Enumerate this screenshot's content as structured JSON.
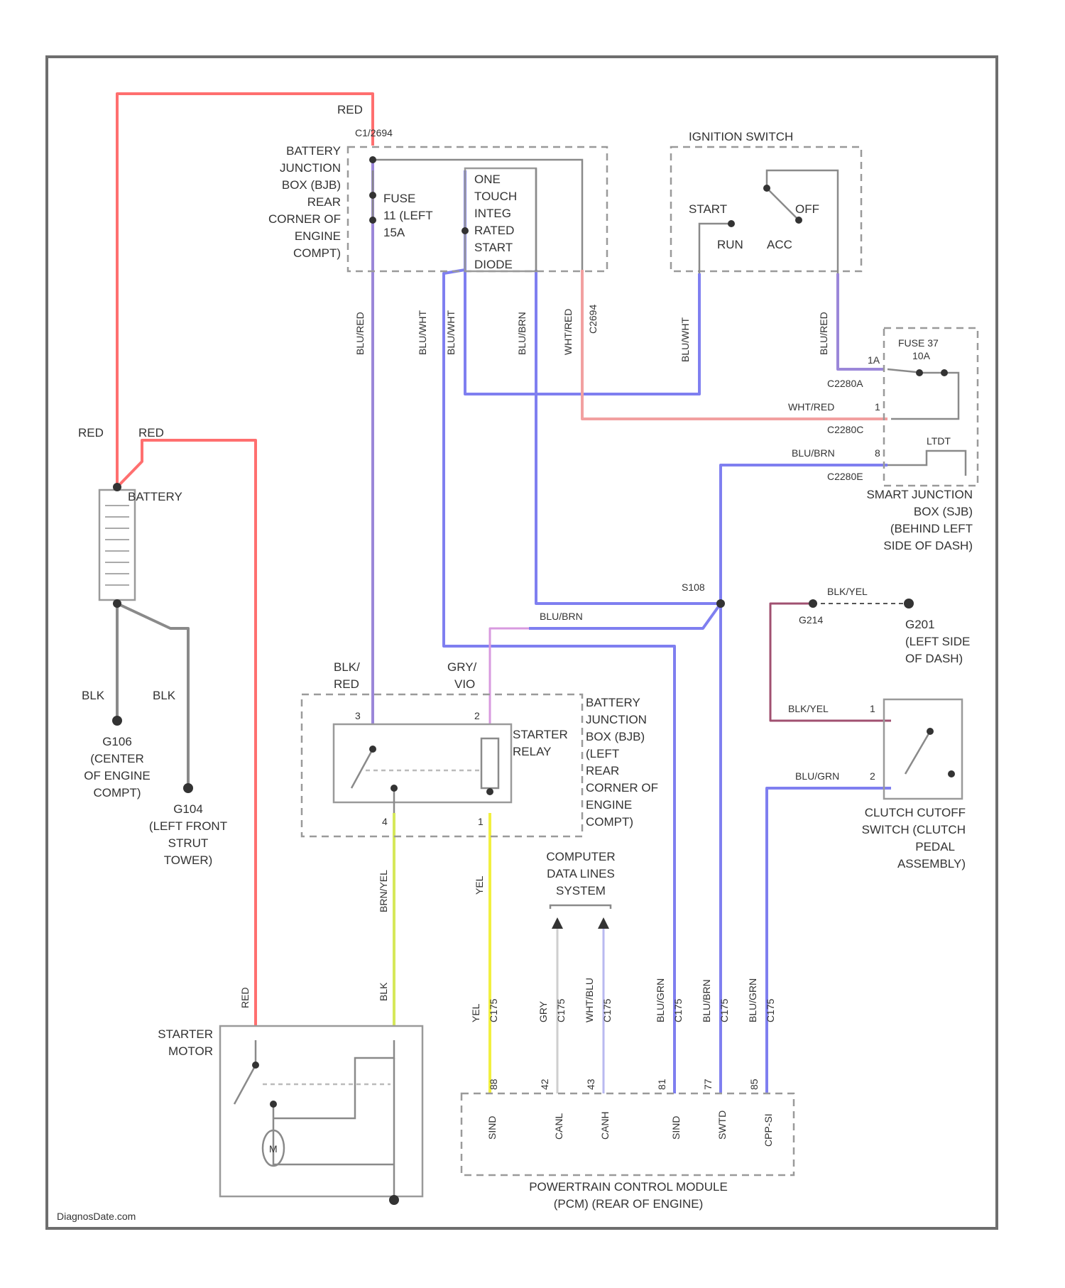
{
  "colors": {
    "red": "#ff6f6f",
    "purple": "#9b87d9",
    "blue": "#7f7ff0",
    "pink": "#f2a0a0",
    "yellow": "#f2f040",
    "yellowgreen": "#d6e85a",
    "gray": "#8a8a8a",
    "dark": "#555555",
    "pinkviolet": "#d89adf",
    "maroon": "#a05070"
  },
  "labels": {
    "red_top": "RED",
    "red_left1": "RED",
    "red_left2": "RED",
    "red_starter": "RED",
    "c1_top": "C1/2694",
    "bjb_top_l1": "BATTERY",
    "bjb_top_l2": "JUNCTION",
    "bjb_top_l3": "BOX (BJB)",
    "bjb_top_l4": "REAR",
    "bjb_top_l5": "CORNER OF",
    "bjb_top_l6": "ENGINE",
    "bjb_top_l7": "COMPT)",
    "fuse11_l1": "FUSE",
    "fuse11_l2": "11 (LEFT",
    "fuse11_l3": "15A",
    "otr_l1": "ONE",
    "otr_l2": "TOUCH",
    "otr_l3": "INTEG",
    "otr_l4": "RATED",
    "otr_l5": "START",
    "otr_l6": "DIODE",
    "ign_title": "IGNITION SWITCH",
    "ign_start": "START",
    "ign_off": "OFF",
    "ign_run": "RUN",
    "ign_acc": "ACC",
    "w_blured": "BLU/RED",
    "w_bluwht": "BLU/WHT",
    "w_blubrn": "BLU/BRN",
    "w_whtred": "WHT/RED",
    "w_c2694": "C2694",
    "w_bluwht2": "BLU/WHT",
    "w_blured2": "BLU/RED",
    "fuse37_l1": "FUSE 37",
    "fuse37_l2": "10A",
    "sjb_pin1": "1A",
    "sjb_c1": "C2280A",
    "sjb_whtred": "WHT/RED",
    "sjb_pin2": "1",
    "sjb_c2": "C2280C",
    "sjb_blubrn": "BLU/BRN",
    "sjb_pin3": "8",
    "sjb_c3": "C2280E",
    "sjb_ltdt": "LTDT",
    "sjb_l1": "SMART JUNCTION",
    "sjb_l2": "BOX (SJB)",
    "sjb_l3": "(BEHIND LEFT",
    "sjb_l4": "SIDE OF DASH)",
    "battery": "BATTERY",
    "blk1": "BLK",
    "blk2": "BLK",
    "g106_l1": "G106",
    "g106_l2": "(CENTER",
    "g106_l3": "OF ENGINE",
    "g106_l4": "COMPT)",
    "g104_l1": "G104",
    "g104_l2": "(LEFT FRONT",
    "g104_l3": "STRUT",
    "g104_l4": "TOWER)",
    "s108": "S108",
    "blubrn_s": "BLU/BRN",
    "blkyel_top": "BLK/YEL",
    "g21x": "G214",
    "g201_l1": "G201",
    "g201_l2": "(LEFT SIDE",
    "g201_l3": "OF DASH)",
    "blk_red_l1": "BLK/",
    "blk_red_l2": "RED",
    "gry_vio_l1": "GRY/",
    "gry_vio_l2": "VIO",
    "sr_pin1": "3",
    "sr_pin2": "2",
    "sr_pin3": "4",
    "sr_pin4": "1",
    "starter_relay_l1": "STARTER",
    "starter_relay_l2": "RELAY",
    "bjb2_l1": "BATTERY",
    "bjb2_l2": "JUNCTION",
    "bjb2_l3": "BOX (BJB)",
    "bjb2_l4": "(LEFT",
    "bjb2_l5": "REAR",
    "bjb2_l6": "CORNER OF",
    "bjb2_l7": "ENGINE",
    "bjb2_l8": "COMPT)",
    "blkyel_c": "BLK/YEL",
    "blugrn_c": "BLU/GRN",
    "c_pin1": "1",
    "c_pin2": "2",
    "clutch_l1": "CLUTCH CUTOFF",
    "clutch_l2": "SWITCH (CLUTCH",
    "clutch_l3": "PEDAL",
    "clutch_l4": "ASSEMBLY)",
    "w_brnyel": "BRN/YEL",
    "w_yel": "YEL",
    "w_blk_s": "BLK",
    "cdl_l1": "COMPUTER",
    "cdl_l2": "DATA LINES",
    "cdl_l3": "SYSTEM",
    "pin_yel": "YEL",
    "pin_yel_c": "C175",
    "pin_gry": "GRY",
    "pin_gry_c": "C175",
    "pin_wht": "WHT/BLU",
    "pin_wht_c": "C175",
    "pin_blugrn": "BLU/GRN",
    "pin_blugrn_c": "C175",
    "pin_blubrn": "BLU/BRN",
    "pin_blubrn_c": "C175",
    "pin_blugrn2": "BLU/GRN",
    "pin_blugrn2_c": "C175",
    "pn1": "88",
    "pn2": "42",
    "pn3": "43",
    "pn4": "81",
    "pn5": "77",
    "pn6": "85",
    "pcm_sig1": "SIND",
    "pcm_sig2": "CANL",
    "pcm_sig3": "CANH",
    "pcm_sig4": "SIND",
    "pcm_sig5": "SWTD",
    "pcm_sig6": "CPP-SI",
    "starter_motor_l1": "STARTER",
    "starter_motor_l2": "MOTOR",
    "pcm_l1": "POWERTRAIN CONTROL MODULE",
    "pcm_l2": "(PCM) (REAR OF ENGINE)",
    "footer": "DiagnosDate.com",
    "m": "M"
  }
}
